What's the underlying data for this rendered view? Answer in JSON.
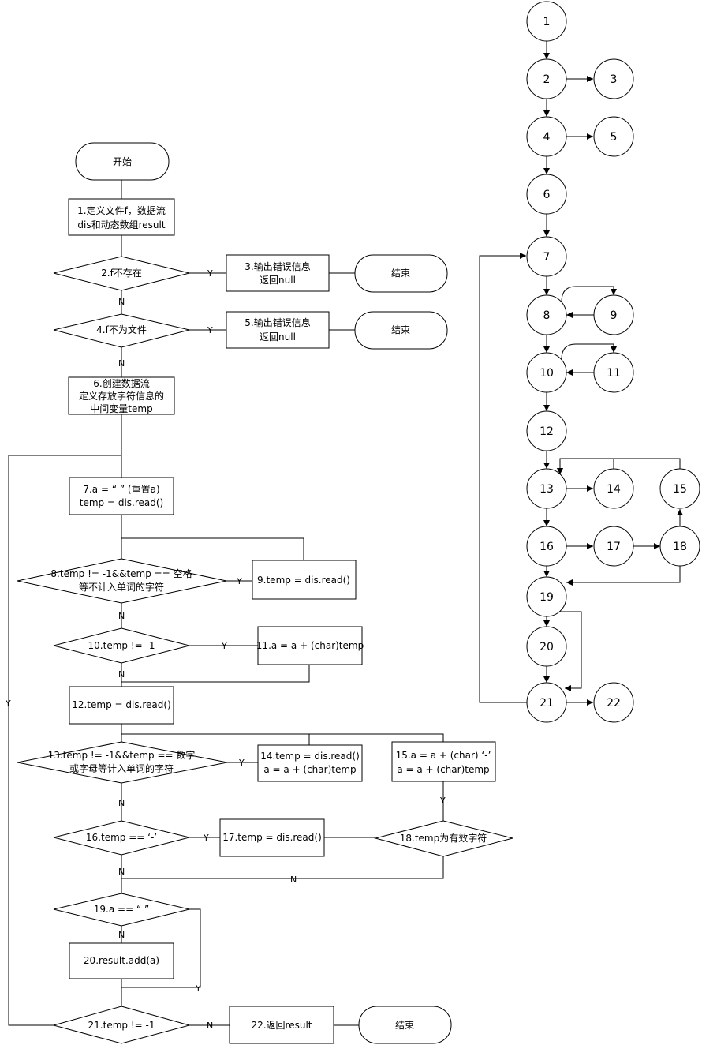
{
  "flowchart": {
    "start": "开始",
    "steps": {
      "s1": [
        "1.定义文件f，数据流",
        "dis和动态数组result"
      ],
      "s2": "2.f不存在",
      "s3": [
        "3.输出错误信息",
        "返回null"
      ],
      "end1": "结束",
      "s4": "4.f不为文件",
      "s5": [
        "5.输出错误信息",
        "返回null"
      ],
      "end2": "结束",
      "s6": [
        "6.创建数据流",
        "定义存放字符信息的",
        "中间变量temp"
      ],
      "s7": [
        "7.a = “ ” (重置a)",
        "temp = dis.read()"
      ],
      "s8": [
        "8.temp != -1&&temp == 空格",
        "等不计入单词的字符"
      ],
      "s9": "9.temp = dis.read()",
      "s10": "10.temp != -1",
      "s11": "11.a = a + (char)temp",
      "s12": "12.temp = dis.read()",
      "s13": [
        "13.temp != -1&&temp == 数字",
        "或字母等计入单词的字符"
      ],
      "s14": [
        "14.temp = dis.read()",
        "a = a + (char)temp"
      ],
      "s15": [
        "15.a = a + (char) ‘-’",
        "a = a + (char)temp"
      ],
      "s16": "16.temp == ‘-’",
      "s17": "17.temp = dis.read()",
      "s18": "18.temp为有效字符",
      "s19": "19.a == “ ”",
      "s20": "20.result.add(a)",
      "s21": "21.temp != -1",
      "s22": "22.返回result",
      "end3": "结束"
    },
    "edge_labels": {
      "y": "Y",
      "n": "N"
    }
  },
  "control_flow_graph": {
    "nodes": [
      "1",
      "2",
      "3",
      "4",
      "5",
      "6",
      "7",
      "8",
      "9",
      "10",
      "11",
      "12",
      "13",
      "14",
      "15",
      "16",
      "17",
      "18",
      "19",
      "20",
      "21",
      "22"
    ]
  }
}
